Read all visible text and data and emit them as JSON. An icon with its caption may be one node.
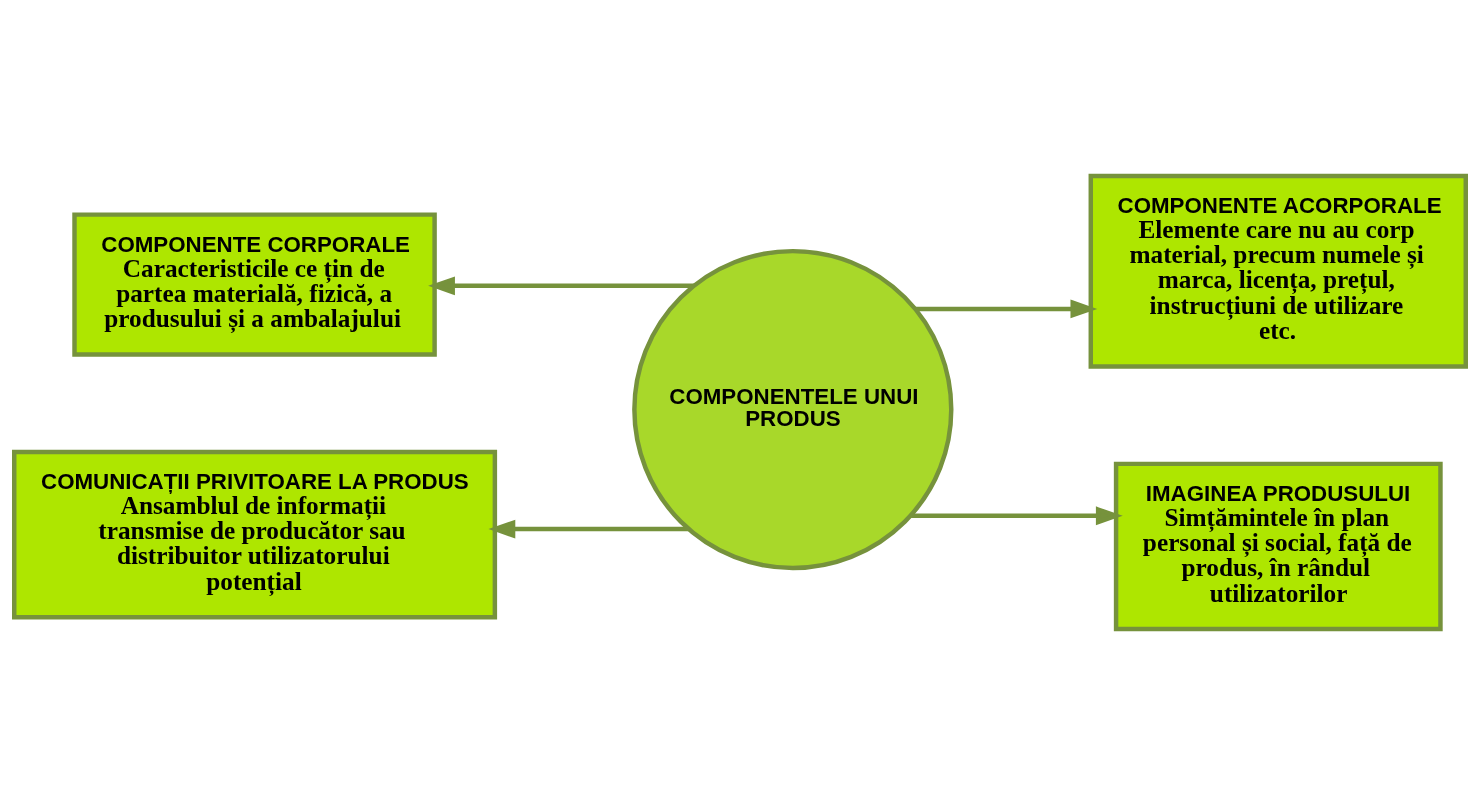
{
  "diagram": {
    "nodes": [
      {
        "text": [
          "COMPONENTE CORPORALE",
          "Caracteristicile ce țin de partea materială, fizică, a produsului și a ambalajului"
        ]
      },
      {
        "text": [
          "COMPONENTE ACORPORALE",
          "Elemente care nu au corp material, precum numele și marca, licența, prețul, instrucțiuni de utilizare etc."
        ]
      },
      {
        "text": [
          "COMPONENTELE UNUI PRODUS"
        ]
      },
      {
        "text": [
          "COMUNICAȚII PRIVITOARE LA PRODUS",
          "Ansamblul de informații transmise de producător sau distribuitor utilizatorului potențial"
        ]
      },
      {
        "text": [
          "IMAGINEA PRODUSULUI",
          "Simțămintele în plan personal și social, față de produs, în rândul utilizatorilor"
        ]
      }
    ],
    "edges": [
      {
        "from": 2,
        "to": 0,
        "arrow": "to"
      },
      {
        "from": 2,
        "to": 1,
        "arrow": "to"
      },
      {
        "from": 2,
        "to": 3,
        "arrow": "to"
      },
      {
        "from": 2,
        "to": 4,
        "arrow": "to"
      }
    ]
  }
}
